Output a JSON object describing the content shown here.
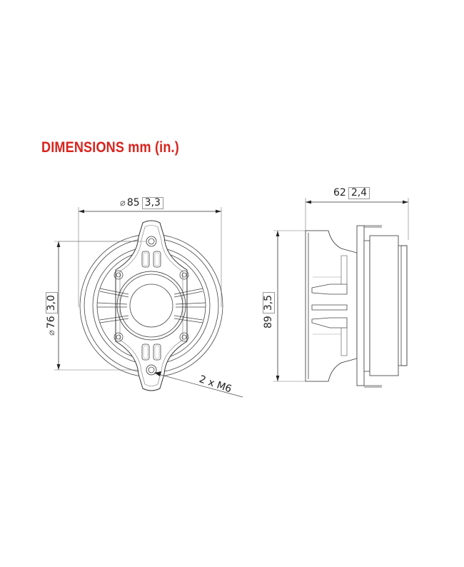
{
  "title": "DIMENSIONS mm (in.)",
  "front_view": {
    "width_dim": {
      "symbol": "⌀",
      "mm": "85",
      "in": "3,3"
    },
    "inner_dim": {
      "symbol": "⌀",
      "mm": "76",
      "in": "3,0"
    },
    "thread_note": "2 x M6"
  },
  "side_view": {
    "depth_dim": {
      "mm": "62",
      "in": "2,4"
    },
    "height_dim": {
      "mm": "89",
      "in": "3,5"
    }
  },
  "colors": {
    "title": "#d9231d",
    "line": "#333333",
    "dim_line": "#555555"
  }
}
